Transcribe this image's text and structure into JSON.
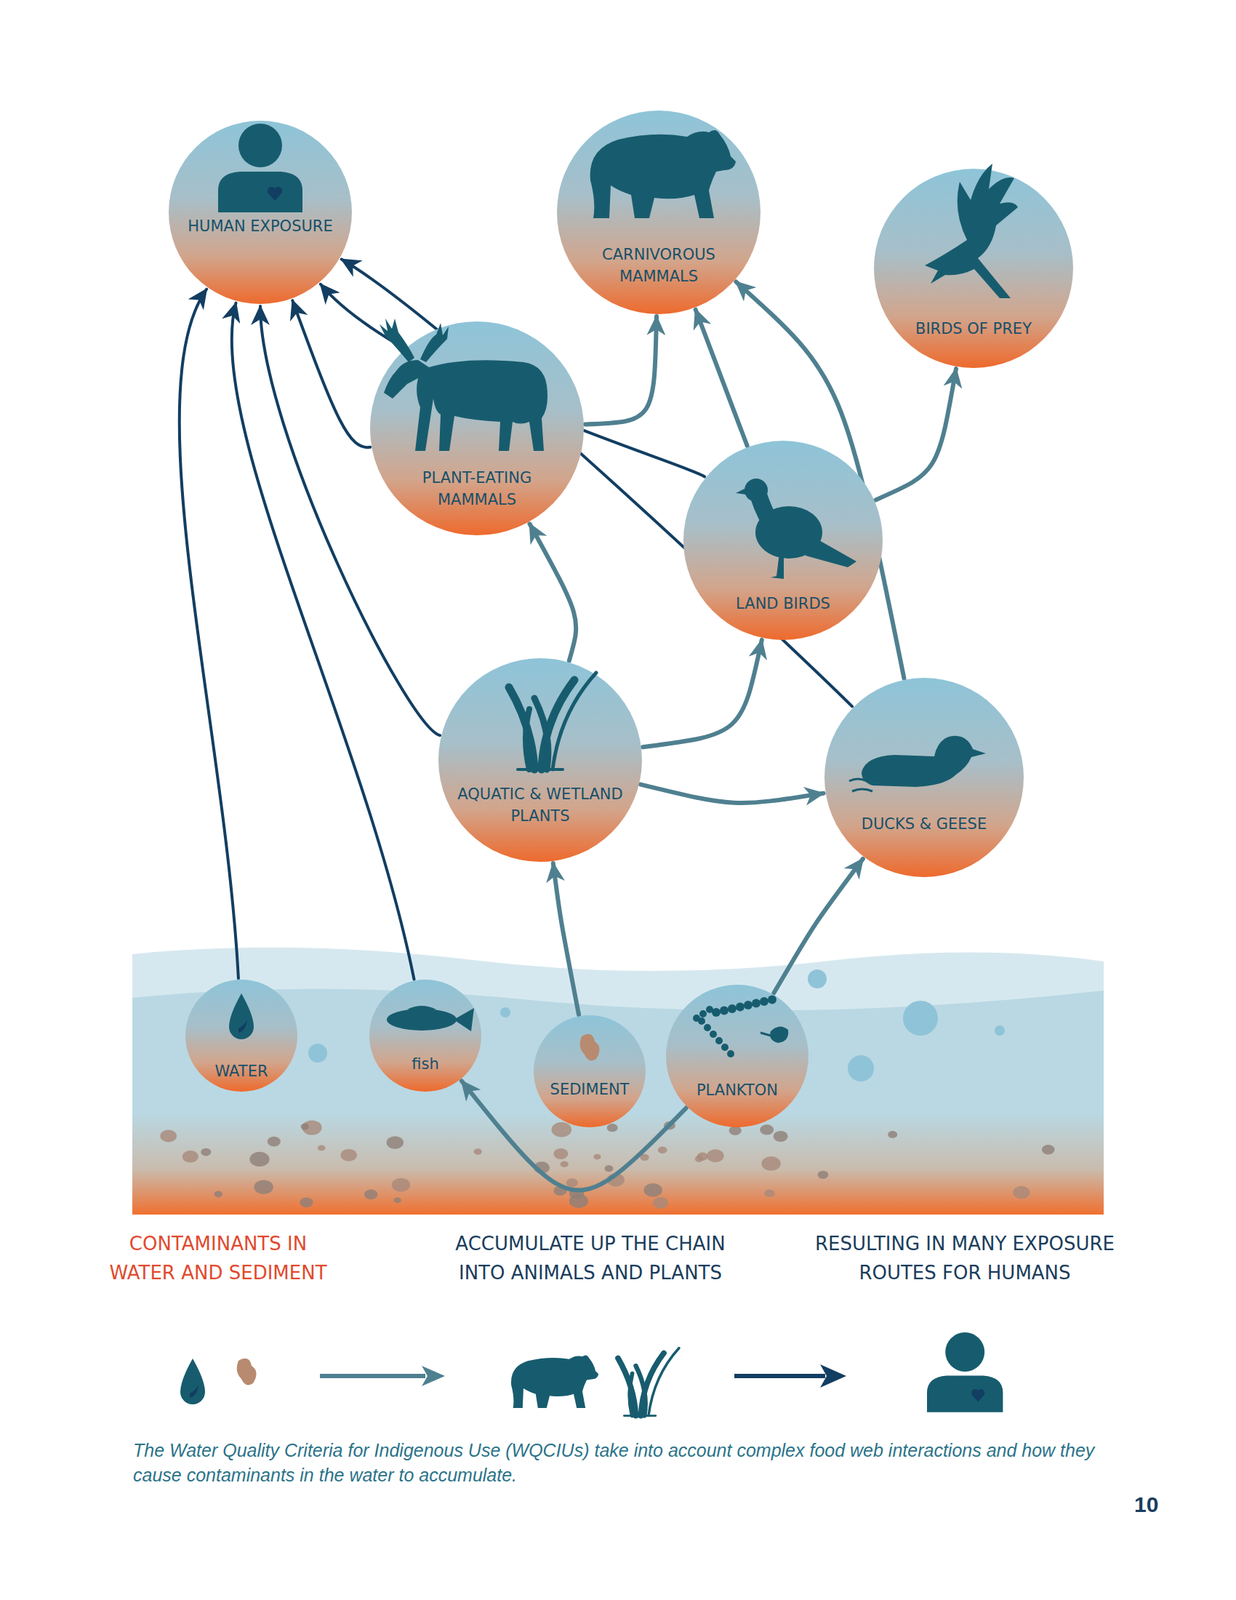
{
  "diagram": {
    "caption": "The Water Quality Criteria for Indigenous Use (WQCIUs) take into account complex food web interactions and how they cause contaminants in the water to accumulate.",
    "nodes": [
      {
        "text": [
          "HUMAN EXPOSURE"
        ]
      },
      {
        "text": [
          "CARNIVOROUS MAMMALS"
        ]
      },
      {
        "text": [
          "BIRDS OF PREY"
        ]
      },
      {
        "text": [
          "PLANT-EATING MAMMALS"
        ]
      },
      {
        "text": [
          "LAND BIRDS"
        ]
      },
      {
        "text": [
          "AQUATIC & WETLAND PLANTS"
        ]
      },
      {
        "text": [
          "DUCKS & GEESE"
        ]
      },
      {
        "text": [
          "WATER"
        ]
      },
      {
        "text": [
          "fish"
        ]
      },
      {
        "text": [
          "SEDIMENT"
        ]
      },
      {
        "text": [
          "PLANKTON"
        ]
      }
    ],
    "edges": [
      {
        "from": 7,
        "to": 0,
        "arrow": "to"
      },
      {
        "from": 8,
        "to": 0,
        "arrow": "to"
      },
      {
        "from": 5,
        "to": 0,
        "arrow": "to"
      },
      {
        "from": 3,
        "to": 0,
        "arrow": "to"
      },
      {
        "from": 4,
        "to": 0,
        "arrow": "to"
      },
      {
        "from": 6,
        "to": 0,
        "arrow": "to"
      },
      {
        "from": 3,
        "to": 1,
        "arrow": "to"
      },
      {
        "from": 4,
        "to": 1,
        "arrow": "to"
      },
      {
        "from": 6,
        "to": 1,
        "arrow": "to"
      },
      {
        "from": 4,
        "to": 2,
        "arrow": "to"
      },
      {
        "from": 5,
        "to": 3,
        "arrow": "to"
      },
      {
        "from": 5,
        "to": 4,
        "arrow": "to"
      },
      {
        "from": 5,
        "to": 6,
        "arrow": "to"
      },
      {
        "from": 9,
        "to": 5,
        "arrow": "to"
      },
      {
        "from": 10,
        "to": 6,
        "arrow": "to"
      },
      {
        "from": 10,
        "to": 8,
        "arrow": "to"
      }
    ],
    "labels": [
      "CONTAMINANTS IN WATER AND SEDIMENT",
      "ACCUMULATE UP THE CHAIN INTO ANIMALS AND PLANTS",
      "RESULTING IN MANY EXPOSURE ROUTES FOR HUMANS",
      "10"
    ]
  }
}
